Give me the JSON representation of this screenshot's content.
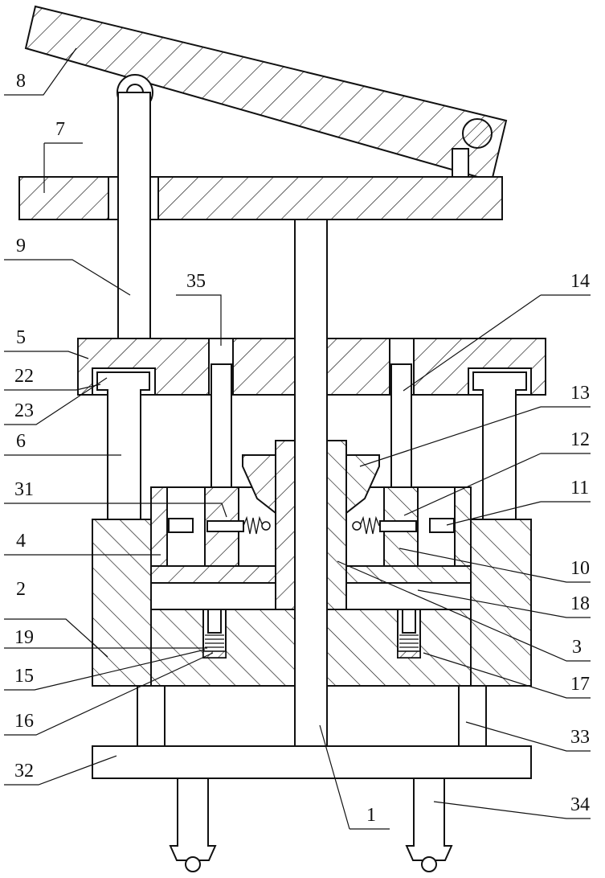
{
  "labels": {
    "l1": "1",
    "l2": "2",
    "l3": "3",
    "l4": "4",
    "l5": "5",
    "l6": "6",
    "l7": "7",
    "l8": "8",
    "l9": "9",
    "l10": "10",
    "l11": "11",
    "l12": "12",
    "l13": "13",
    "l14": "14",
    "l15": "15",
    "l16": "16",
    "l17": "17",
    "l18": "18",
    "l19": "19",
    "l22": "22",
    "l23": "23",
    "l31": "31",
    "l32": "32",
    "l33": "33",
    "l34": "34",
    "l35": "35"
  },
  "colors": {
    "line": "#111111",
    "background": "#ffffff"
  }
}
